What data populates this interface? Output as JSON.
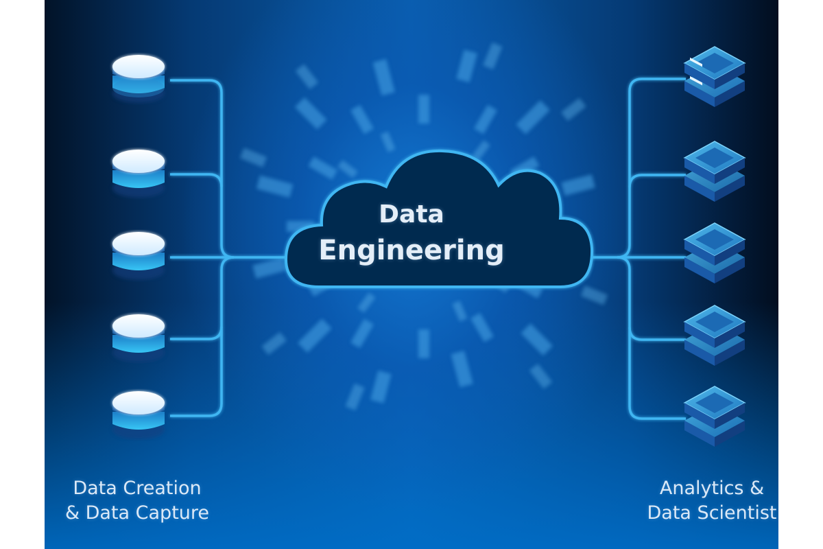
{
  "diagram": {
    "title_line1": "Data",
    "title_line2": "Engineering",
    "left_group": {
      "label_line1": "Data Creation",
      "label_line2": "& Data Capture",
      "items": [
        {
          "icon": "database-icon"
        },
        {
          "icon": "database-icon"
        },
        {
          "icon": "database-icon"
        },
        {
          "icon": "database-icon"
        },
        {
          "icon": "database-icon"
        }
      ]
    },
    "right_group": {
      "label_line1": "Analytics &",
      "label_line2": "Data Scientist",
      "items": [
        {
          "icon": "server-stack-icon"
        },
        {
          "icon": "server-stack-icon"
        },
        {
          "icon": "server-stack-icon"
        },
        {
          "icon": "server-stack-icon"
        },
        {
          "icon": "server-stack-icon"
        }
      ]
    },
    "colors": {
      "connector": "#3fb6f2",
      "cloud_fill": "#06294f",
      "cloud_stroke": "#3fb6f2",
      "text": "#e4eef8",
      "background_dark": "#021328",
      "background_mid": "#0a5fae"
    }
  }
}
